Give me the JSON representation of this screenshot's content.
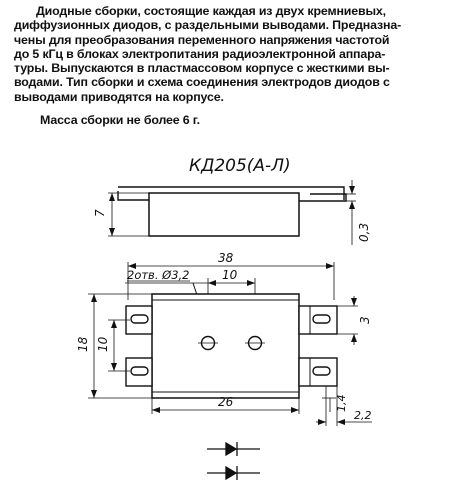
{
  "description": {
    "lines": [
      "Диодные сборки, состоящие каждая из двух кремниевых,",
      "диффузионных диодов, с раздельными выводами. Предназна-",
      "чены для преобразования переменного напряжения частотой",
      "до 5 кГц в блоках электропитания радиоэлектронной аппара-",
      "туры. Выпускаются в пластмассовом корпусе с жесткими вы-",
      "водами. Тип сборки и схема соединения электродов диодов с",
      "выводами приводятся на корпусе."
    ],
    "mass": "Масса сборки не более 6 г."
  },
  "drawing": {
    "title": "КД205(А-Л)",
    "dims": {
      "height_side": "7",
      "lead_thickness": "0,3",
      "overall_width": "38",
      "hole_note": "2отв. Ø3,2",
      "hole_spacing": "10",
      "height_total": "18",
      "lead_pitch": "10",
      "lead_width": "3",
      "body_width": "26",
      "lead_gap": "1,4",
      "lead_len": "2,2"
    }
  }
}
